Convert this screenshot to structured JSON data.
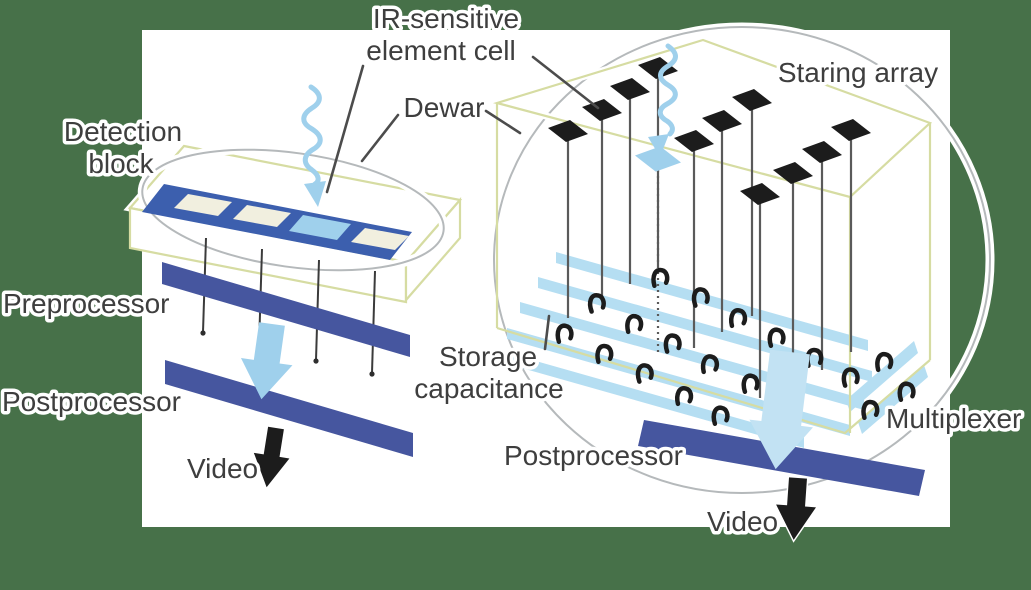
{
  "figure": "Infrared detector architectures: scanning detection block vs staring array",
  "colors": {
    "background_green": "#477149",
    "canvas_white": "#ffffff",
    "deep_blue": "#46569f",
    "strip_blue": "#3c5fae",
    "light_blue": "#9fd0ec",
    "pale_blue": "#c2e2f3",
    "stripe_blue": "#b5def2",
    "cream": "#f1efdf",
    "box_outline": "#d6dca2",
    "ring_gray": "#b5b9bb",
    "ink": "#3e3e3e",
    "black": "#1c1c1c"
  },
  "labels": {
    "detection_block": {
      "line1": "Detection",
      "line2": "block"
    },
    "ir_cell": {
      "line1": "IR-sensitive",
      "line2": "element cell"
    },
    "dewar": "Dewar",
    "staring_array": "Staring array",
    "scanning": {
      "preprocessor": "Preprocessor",
      "postprocessor": "Postprocessor",
      "video": "Video"
    },
    "staring": {
      "storage_line1": "Storage",
      "storage_line2": "capacitance",
      "postprocessor": "Postprocessor",
      "multiplexer": "Multiplexer",
      "video": "Video"
    }
  }
}
